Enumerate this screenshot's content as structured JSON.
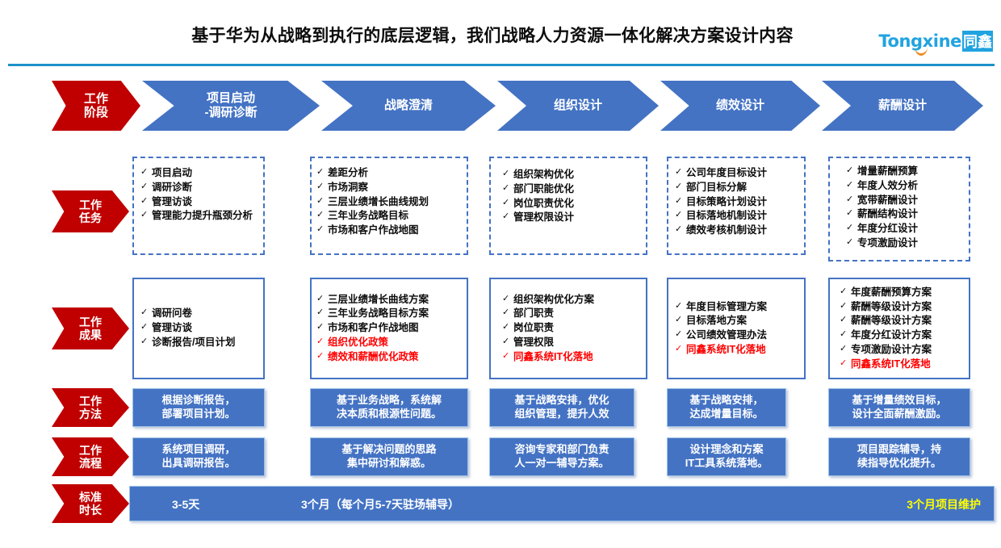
{
  "header": {
    "title": "基于华为从战略到执行的底层逻辑，我们战略人力资源一体化解决方案设计内容",
    "logo_text": "Tongxine",
    "logo_cn": "同鑫"
  },
  "colors": {
    "red": "#c00000",
    "blue": "#4473c4",
    "accent_line": "#1c92c9",
    "highlight_red": "#ff0000",
    "highlight_yellow": "#ffff00",
    "logo_blue": "#21a3e0",
    "logo_orange": "#f08a24"
  },
  "row_labels": {
    "stage": "工作\n阶段",
    "stage_l1": "工作",
    "stage_l2": "阶段",
    "tasks_l1": "工作",
    "tasks_l2": "任务",
    "results_l1": "工作",
    "results_l2": "成果",
    "methods_l1": "工作",
    "methods_l2": "方法",
    "process_l1": "工作",
    "process_l2": "流程",
    "duration_l1": "标准",
    "duration_l2": "时长"
  },
  "stages": [
    {
      "line1": "项目启动",
      "line2": "-调研诊断"
    },
    {
      "line1": "战略澄清",
      "line2": ""
    },
    {
      "line1": "组织设计",
      "line2": ""
    },
    {
      "line1": "绩效设计",
      "line2": ""
    },
    {
      "line1": "薪酬设计",
      "line2": ""
    }
  ],
  "tasks": [
    {
      "items": [
        {
          "text": "项目启动",
          "red": false
        },
        {
          "text": "调研诊断",
          "red": false
        },
        {
          "text": "管理访谈",
          "red": false
        },
        {
          "text": "管理能力提升瓶颈分析",
          "red": false,
          "wrap": true
        }
      ]
    },
    {
      "items": [
        {
          "text": "差距分析",
          "red": false
        },
        {
          "text": "市场洞察",
          "red": false
        },
        {
          "text": "三层业绩增长曲线规划",
          "red": false
        },
        {
          "text": "三年业务战略目标",
          "red": false
        },
        {
          "text": "市场和客户作战地图",
          "red": false
        }
      ]
    },
    {
      "items": [
        {
          "text": "组织架构优化",
          "red": false
        },
        {
          "text": "部门职能优化",
          "red": false
        },
        {
          "text": "岗位职责优化",
          "red": false
        },
        {
          "text": "管理权限设计",
          "red": false
        }
      ]
    },
    {
      "items": [
        {
          "text": "公司年度目标设计",
          "red": false
        },
        {
          "text": "部门目标分解",
          "red": false
        },
        {
          "text": "目标策略计划设计",
          "red": false
        },
        {
          "text": "目标落地机制设计",
          "red": false
        },
        {
          "text": "绩效考核机制设计",
          "red": false
        }
      ]
    },
    {
      "items": [
        {
          "text": "增量薪酬预算",
          "red": false
        },
        {
          "text": "年度人效分析",
          "red": false
        },
        {
          "text": "宽带薪酬设计",
          "red": false
        },
        {
          "text": "薪酬结构设计",
          "red": false
        },
        {
          "text": "年度分红设计",
          "red": false
        },
        {
          "text": "专项激励设计",
          "red": false
        }
      ]
    }
  ],
  "results": [
    {
      "items": [
        {
          "text": "调研问卷",
          "red": false
        },
        {
          "text": "管理访谈",
          "red": false
        },
        {
          "text": "诊断报告/项目计划",
          "red": false
        }
      ]
    },
    {
      "items": [
        {
          "text": "三层业绩增长曲线方案",
          "red": false
        },
        {
          "text": "三年业务战略目标方案",
          "red": false
        },
        {
          "text": "市场和客户作战地图",
          "red": false
        },
        {
          "text": "组织优化政策",
          "red": true
        },
        {
          "text": "绩效和薪酬优化政策",
          "red": true
        }
      ]
    },
    {
      "items": [
        {
          "text": "组织架构优化方案",
          "red": false
        },
        {
          "text": "部门职责",
          "red": false
        },
        {
          "text": "岗位职责",
          "red": false
        },
        {
          "text": "管理权限",
          "red": false
        },
        {
          "text": "同鑫系统IT化落地",
          "red": true
        }
      ]
    },
    {
      "items": [
        {
          "text": "年度目标管理方案",
          "red": false
        },
        {
          "text": "目标落地方案",
          "red": false
        },
        {
          "text": "公司绩效管理办法",
          "red": false
        },
        {
          "text": "同鑫系统IT化落地",
          "red": true
        }
      ]
    },
    {
      "items": [
        {
          "text": "年度薪酬预算方案",
          "red": false
        },
        {
          "text": "薪酬等级设计方案",
          "red": false
        },
        {
          "text": "薪酬等级设计方案",
          "red": false
        },
        {
          "text": "年度分红设计方案",
          "red": false
        },
        {
          "text": "专项激励设计方案",
          "red": false
        },
        {
          "text": "同鑫系统IT化落地",
          "red": true
        }
      ]
    }
  ],
  "methods": [
    {
      "line1": "根据诊断报告，",
      "line2": "部署项目计划。"
    },
    {
      "line1": "基于业务战略，系统解",
      "line2": "决本质和根源性问题。"
    },
    {
      "line1": "基于战略安排，优化",
      "line2": "组织管理，提升人效"
    },
    {
      "line1": "基于战略安排，",
      "line2": "达成增量目标。"
    },
    {
      "line1": "基于增量绩效目标，",
      "line2": "设计全面薪酬激励。"
    }
  ],
  "process": [
    {
      "line1": "系统项目调研，",
      "line2": "出具调研报告。"
    },
    {
      "line1": "基于解决问题的思路",
      "line2": "集中研讨和解惑。"
    },
    {
      "line1": "咨询专家和部门负责",
      "line2": "人一对一辅导方案。"
    },
    {
      "line1": "设计理念和方案",
      "line2": "IT工具系统落地。"
    },
    {
      "line1": "项目跟踪辅导，持",
      "line2": "续指导优化提升。"
    }
  ],
  "duration": {
    "item1": "3-5天",
    "item2": "3个月（每个月5-7天驻场辅导）",
    "item3": "3个月项目维护"
  },
  "icons": {
    "tick": "✓"
  }
}
